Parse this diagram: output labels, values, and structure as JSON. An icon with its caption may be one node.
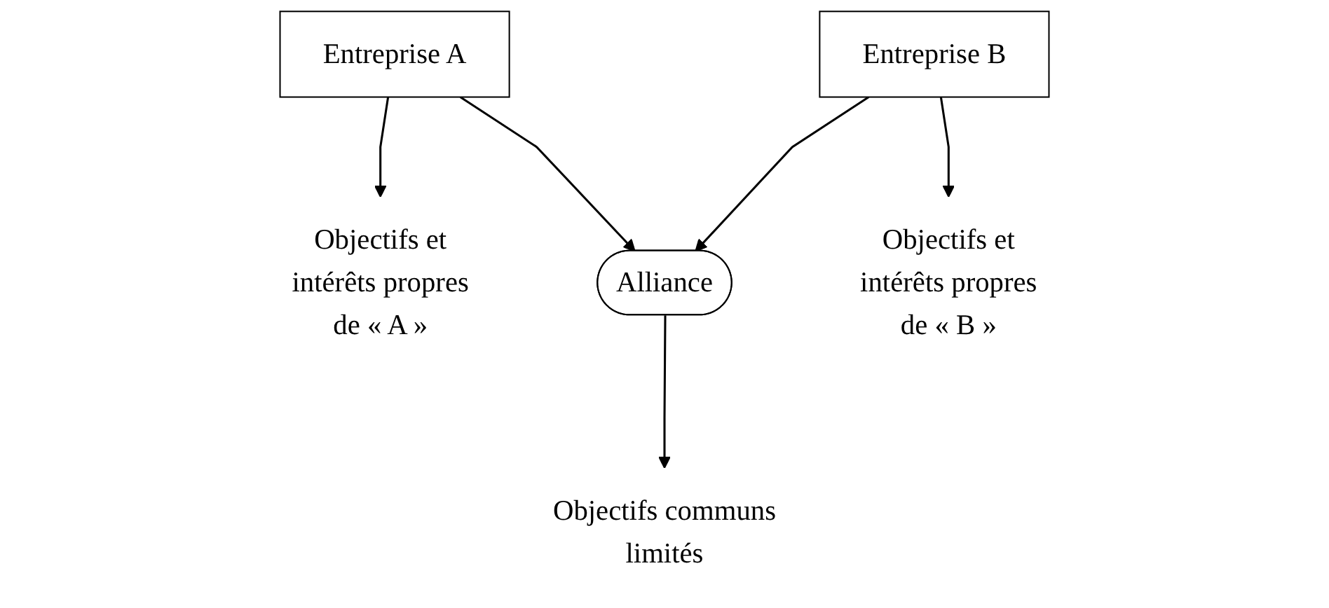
{
  "diagram": {
    "nodes": [
      {
        "text": [
          "Entreprise A"
        ]
      },
      {
        "text": [
          "Entreprise B"
        ]
      },
      {
        "text": [
          "Alliance"
        ]
      },
      {
        "text": [
          "Objectifs et intérêts propres de « A »"
        ]
      },
      {
        "text": [
          "Objectifs communs limités"
        ]
      },
      {
        "text": [
          "Objectifs et intérêts propres de « B »"
        ]
      }
    ],
    "edges": [
      {
        "from": 0,
        "to": 3,
        "arrow": "to"
      },
      {
        "from": 0,
        "to": 2,
        "arrow": "to"
      },
      {
        "from": 1,
        "to": 2,
        "arrow": "to"
      },
      {
        "from": 1,
        "to": 5,
        "arrow": "to"
      },
      {
        "from": 2,
        "to": 4,
        "arrow": "to"
      }
    ]
  }
}
